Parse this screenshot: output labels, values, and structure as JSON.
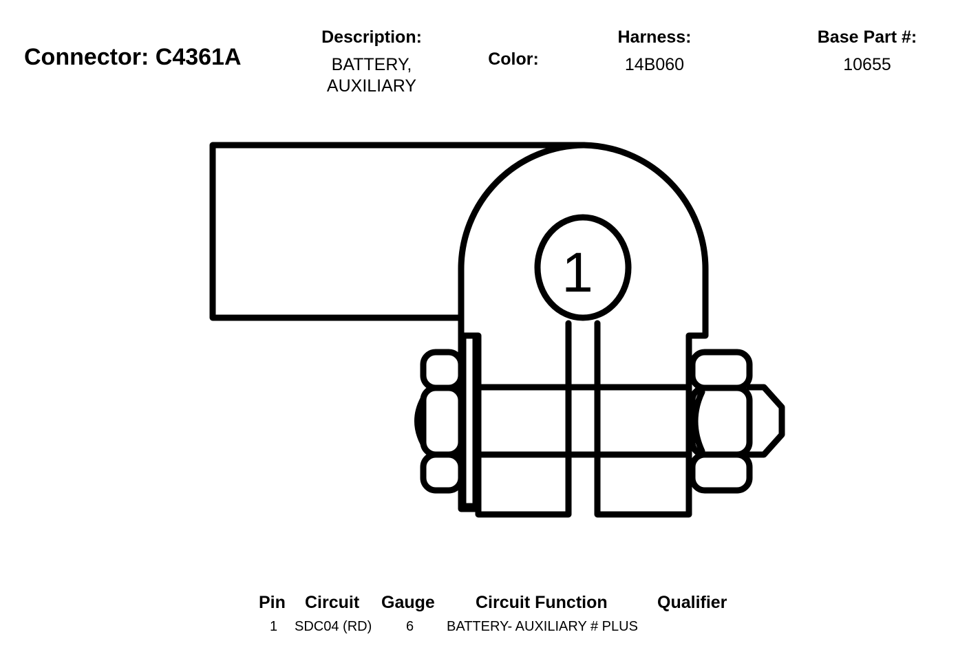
{
  "header": {
    "connector_label": "Connector: C4361A",
    "description_label": "Description:",
    "description_lines": [
      "BATTERY,",
      "AUXILIARY"
    ],
    "color_label": "Color:",
    "color_value": "",
    "harness_label": "Harness:",
    "harness_value": "14B060",
    "base_part_label": "Base Part #:",
    "base_part_value": "10655"
  },
  "diagram": {
    "pin_label": "1"
  },
  "pin_table": {
    "columns": [
      "Pin",
      "Circuit",
      "Gauge",
      "Circuit Function",
      "Qualifier"
    ],
    "rows": [
      {
        "pin": "1",
        "circuit": "SDC04 (RD)",
        "gauge": "6",
        "circuit_function": "BATTERY- AUXILIARY # PLUS",
        "qualifier": ""
      }
    ]
  }
}
